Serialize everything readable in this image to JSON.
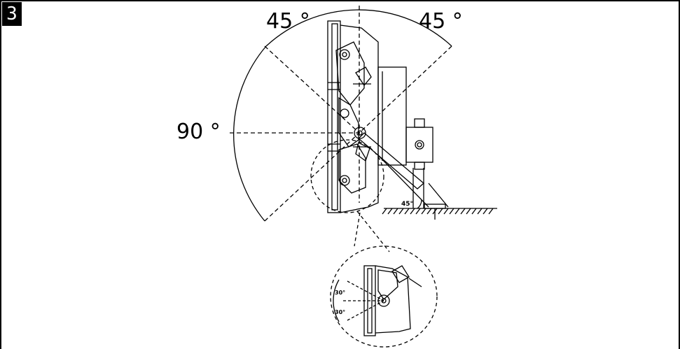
{
  "step": {
    "number": "3"
  },
  "angles": {
    "tilt_left": "45 °",
    "tilt_right": "45 °",
    "tilt_total": "90 °",
    "ground": "45°",
    "detail_upper": "30°",
    "detail_lower": "30°"
  }
}
